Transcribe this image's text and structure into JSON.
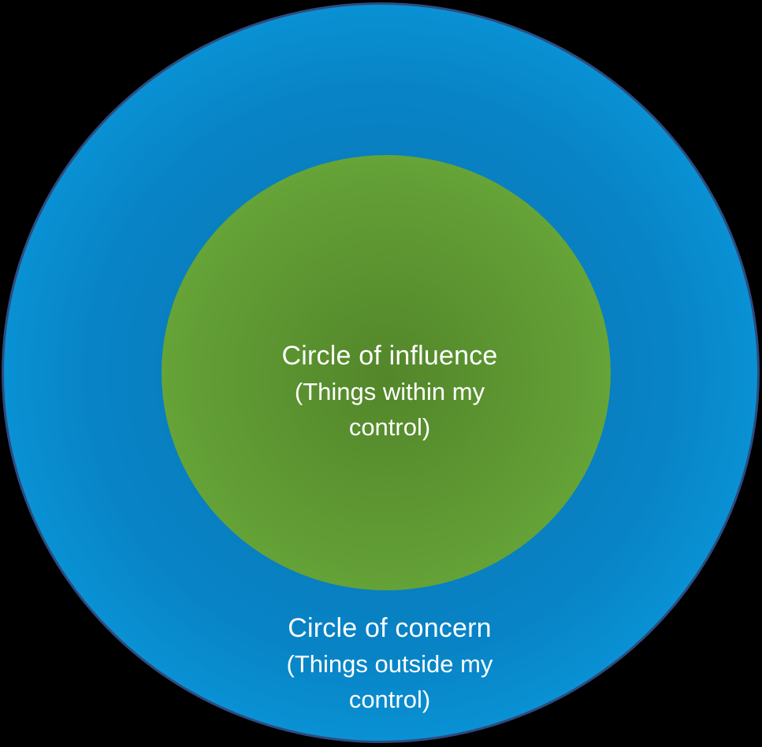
{
  "diagram": {
    "type": "concentric-circles",
    "background_color": "#000000",
    "text_color": "#ffffff",
    "outer_circle": {
      "label": "Circle of concern",
      "sublabel_line1": "(Things outside my",
      "sublabel_line2": "control)",
      "fill_center_color": "#0770b0",
      "fill_mid_color": "#0884c6",
      "fill_edge_color": "#0caaec",
      "border_color": "#2c4b80"
    },
    "inner_circle": {
      "label": "Circle of influence",
      "sublabel_line1": "(Things within my",
      "sublabel_line2": "control)",
      "fill_center_color": "#53862a",
      "fill_mid_color": "#63a036",
      "fill_edge_color": "#74ba41"
    }
  }
}
